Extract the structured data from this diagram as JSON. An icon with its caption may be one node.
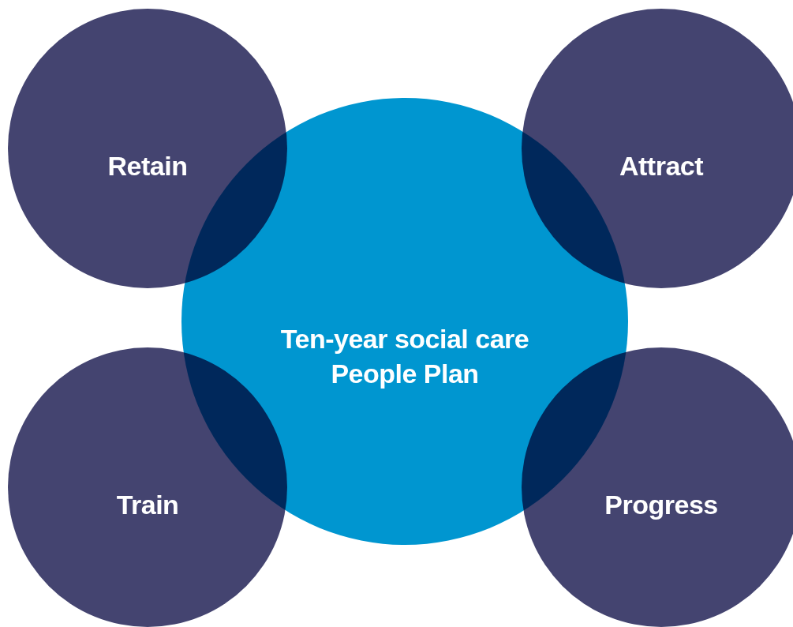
{
  "diagram": {
    "nodes": [
      {
        "text": [
          "Retain"
        ]
      },
      {
        "text": [
          "Attract"
        ]
      },
      {
        "text": [
          "Ten-year social care People Plan"
        ]
      },
      {
        "text": [
          "Train"
        ]
      },
      {
        "text": [
          "Progress"
        ]
      }
    ]
  }
}
